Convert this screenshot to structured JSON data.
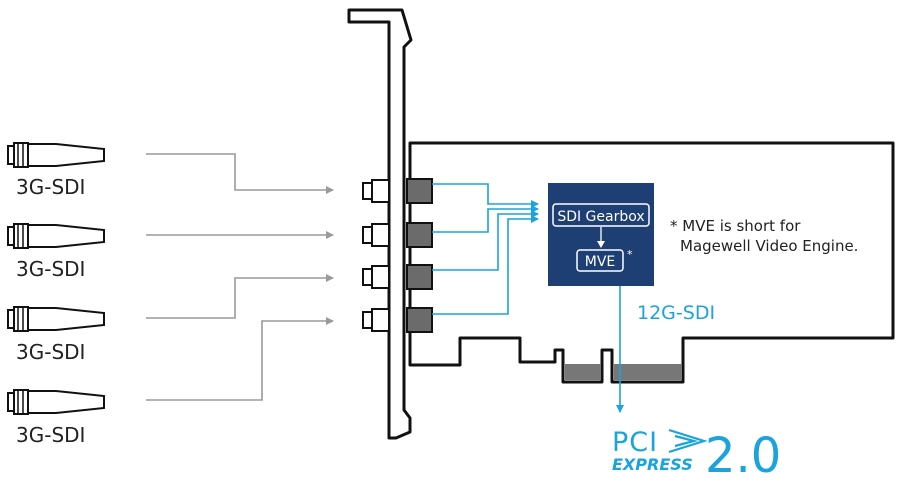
{
  "inputs": {
    "labels": [
      "3G-SDI",
      "3G-SDI",
      "3G-SDI",
      "3G-SDI"
    ]
  },
  "chip": {
    "gearbox_label": "SDI Gearbox",
    "engine_label": "MVE",
    "asterisk": "*"
  },
  "footnote": {
    "line1": "* MVE is short for",
    "line2": "Magewell Video Engine."
  },
  "output": {
    "label": "12G-SDI"
  },
  "logo": {
    "line1": "PCI",
    "line2": "EXPRESS",
    "version": "2.0"
  },
  "colors": {
    "accent_blue": "#1aa3dd",
    "chip_navy": "#1d3f73",
    "line_gray": "#9a9a9a",
    "connector_gray": "#6b6b6b",
    "outline": "#111111"
  }
}
